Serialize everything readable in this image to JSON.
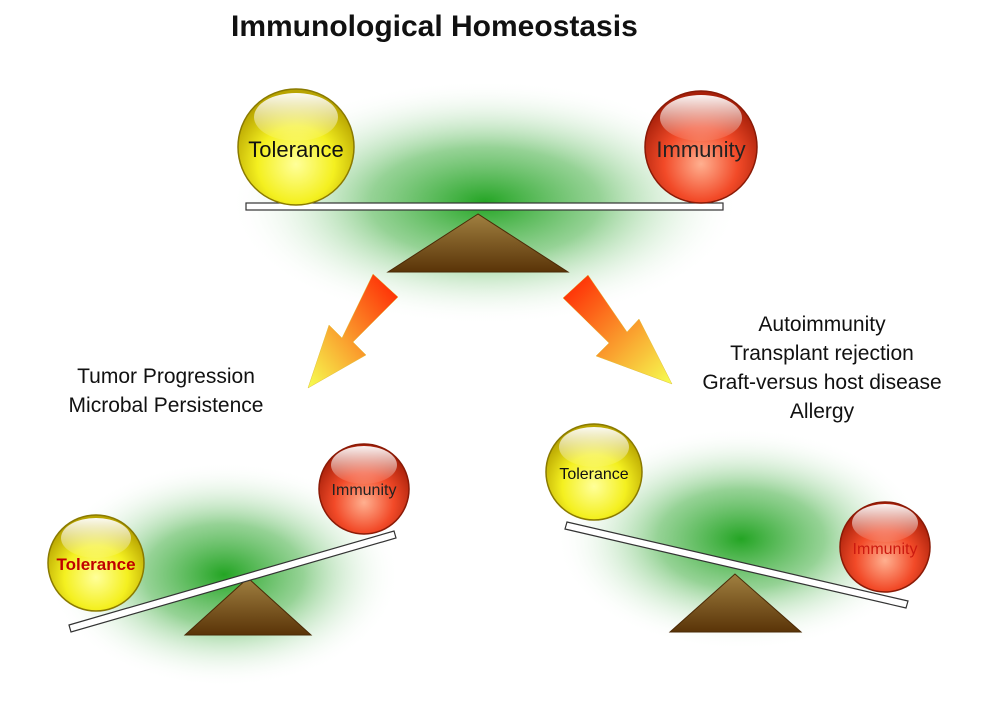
{
  "title": "Immunological Homeostasis",
  "balance_top": {
    "left_ball": "Tolerance",
    "right_ball": "Immunity"
  },
  "balance_left": {
    "left_ball": "Tolerance",
    "right_ball": "Immunity"
  },
  "balance_right": {
    "left_ball": "Tolerance",
    "right_ball": "Immunity"
  },
  "outcome_left": [
    "Tumor Progression",
    "Microbal Persistence"
  ],
  "outcome_right": [
    "Autoimmunity",
    "Transplant rejection",
    "Graft-versus host disease",
    "Allergy"
  ],
  "colors": {
    "tolerance_ball": "#f2ee1e",
    "immunity_ball": "#f04020",
    "glow": "#1a9a1a",
    "fulcrum": "#6e4a12",
    "arrow_start": "#ff2a00",
    "arrow_end": "#f8ff40",
    "emphasis_text": "#c00000"
  }
}
